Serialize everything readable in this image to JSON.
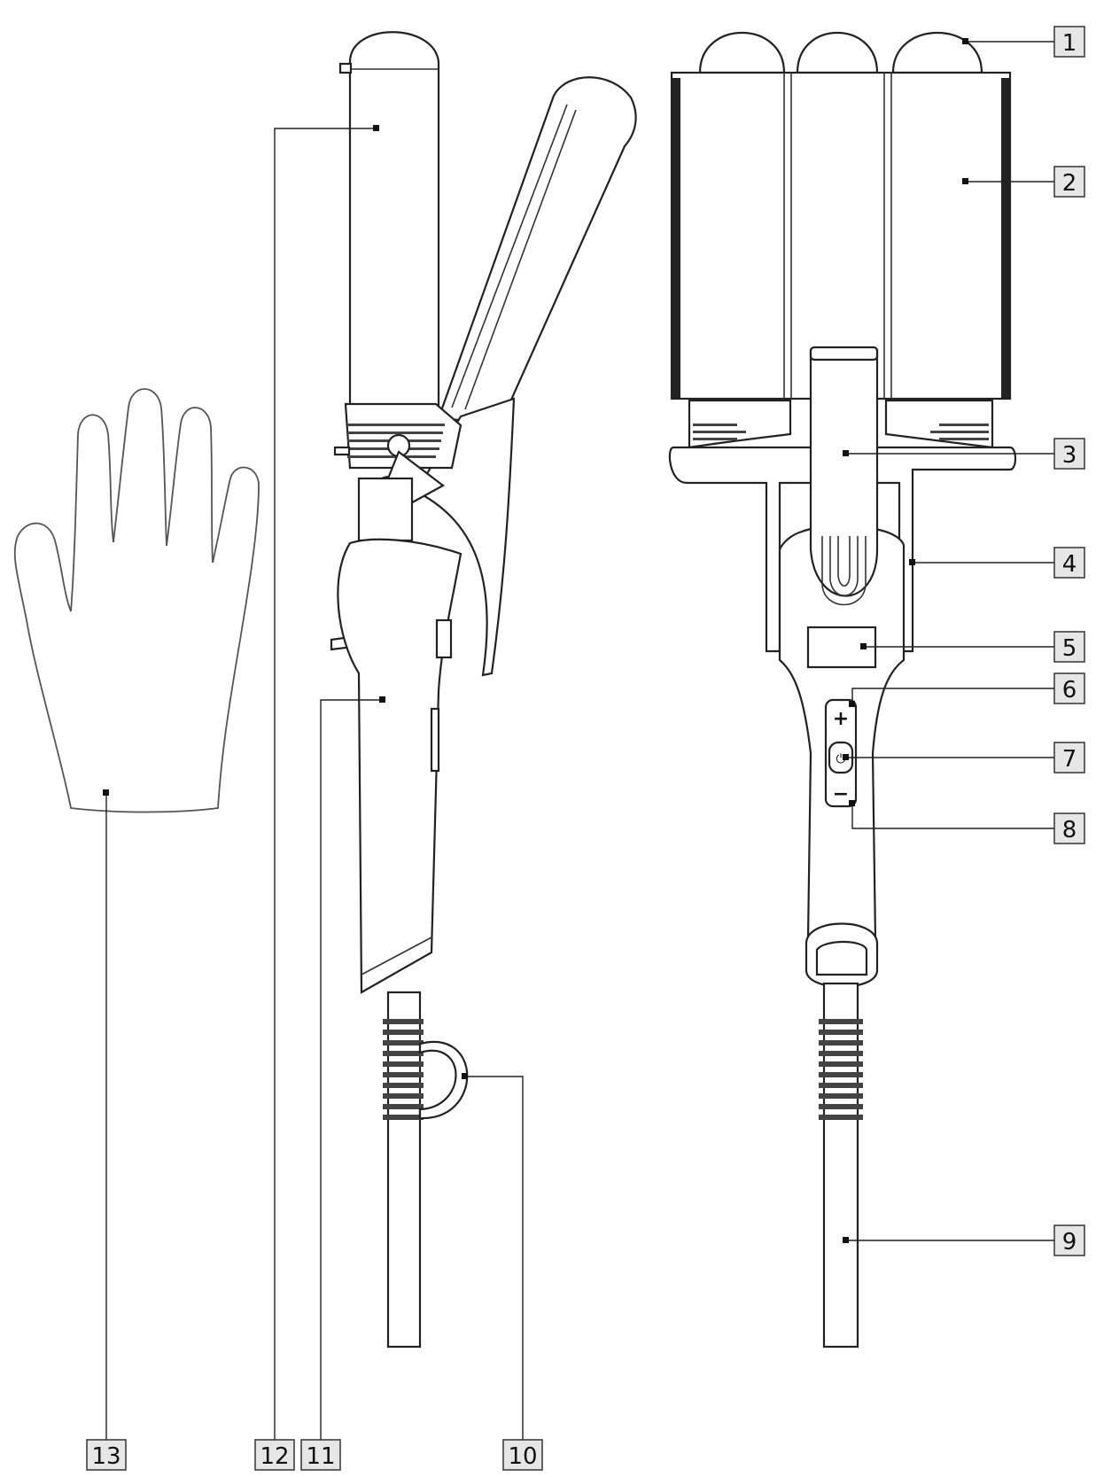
{
  "callouts": [
    {
      "id": "c1",
      "label": "1"
    },
    {
      "id": "c2",
      "label": "2"
    },
    {
      "id": "c3",
      "label": "3"
    },
    {
      "id": "c4",
      "label": "4"
    },
    {
      "id": "c5",
      "label": "5"
    },
    {
      "id": "c6",
      "label": "6"
    },
    {
      "id": "c7",
      "label": "7"
    },
    {
      "id": "c8",
      "label": "8"
    },
    {
      "id": "c9",
      "label": "9"
    },
    {
      "id": "c10",
      "label": "10"
    },
    {
      "id": "c11",
      "label": "11"
    },
    {
      "id": "c12",
      "label": "12"
    },
    {
      "id": "c13",
      "label": "13"
    }
  ],
  "controls": {
    "plus_glyph": "+",
    "power_glyph": "⏻",
    "minus_glyph": "−"
  },
  "colors": {
    "line": "#222222",
    "callout_fill": "#e6e6e6"
  }
}
